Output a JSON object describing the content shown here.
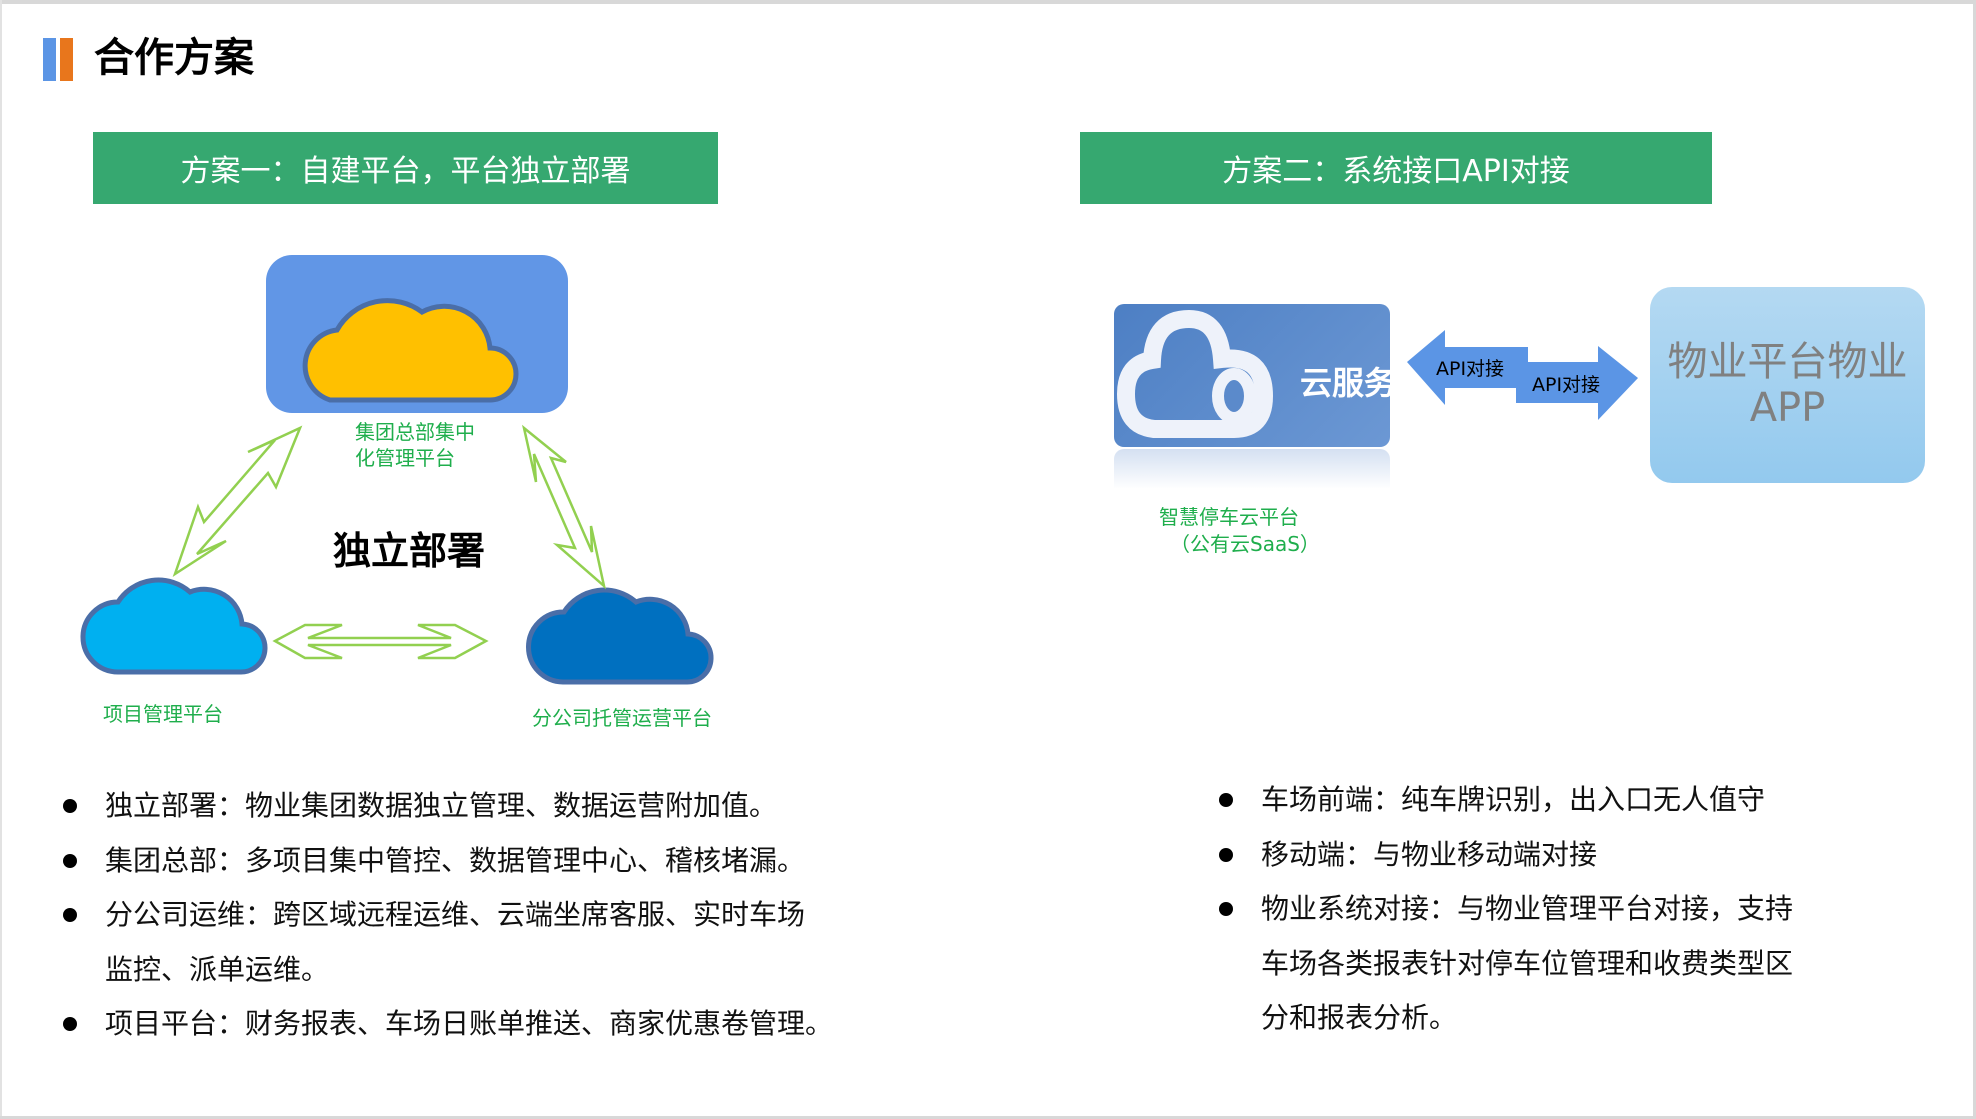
{
  "page_title": "合作方案",
  "plan1": {
    "header": "方案一：自建平台，平台独立部署",
    "center_label": "独立部署",
    "hq_label_line1": "集团总部集中",
    "hq_label_line2": "化管理平台",
    "project_label": "项目管理平台",
    "branch_label": "分公司托管运营平台",
    "bullets": [
      "独立部署：物业集团数据独立管理、数据运营附加值。",
      "集团总部：多项目集中管控、数据管理中心、稽核堵漏。",
      "分公司运维：跨区域远程运维、云端坐席客服、实时车场",
      "监控、派单运维。",
      "项目平台：财务报表、车场日账单推送、商家优惠卷管理。"
    ]
  },
  "plan2": {
    "header": "方案二：系统接口API对接",
    "cloud_service_label": "云服务",
    "platform_label_line1": "智慧停车云平台",
    "platform_label_line2": "（公有云SaaS）",
    "api_left": "API对接",
    "api_right": "API对接",
    "app_line1": "物业平台物业",
    "app_line2": "APP",
    "bullets": [
      "车场前端：纯车牌识别，出入口无人值守",
      "移动端：与物业移动端对接",
      "物业系统对接：与物业管理平台对接，支持",
      "车场各类报表针对停车位管理和收费类型区",
      "分和报表分析。"
    ]
  },
  "colors": {
    "header_green": "#36a870",
    "label_green": "#1fae4c",
    "accent_blue": "#5b95e5",
    "accent_orange": "#e8761c",
    "hq_cloud": "#ffc000",
    "project_cloud": "#00b0f0",
    "branch_cloud": "#0070c0"
  }
}
